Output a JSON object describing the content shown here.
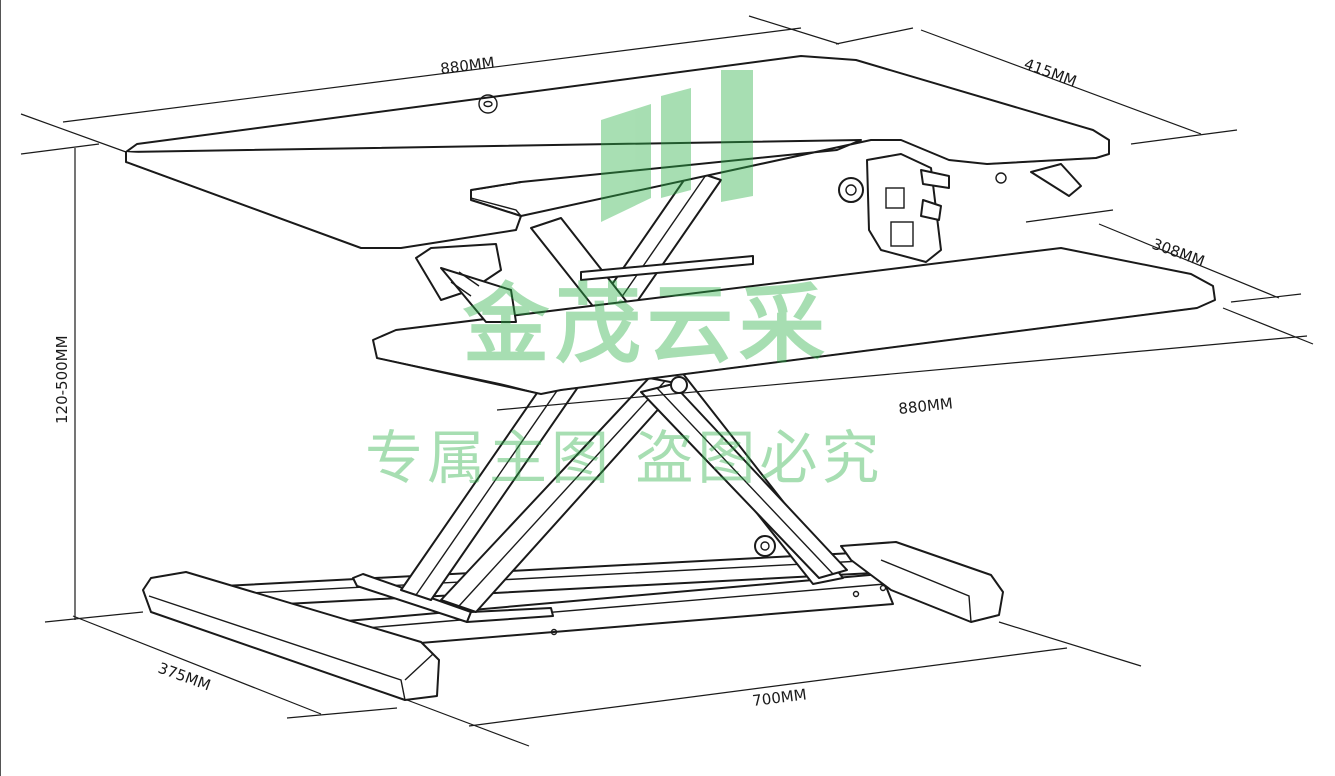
{
  "dimensions": {
    "top_width": "880MM",
    "top_depth": "415MM",
    "keyboard_depth": "308MM",
    "keyboard_width": "880MM",
    "height_range": "120-500MM",
    "base_depth": "375MM",
    "base_width": "700MM"
  },
  "watermark": {
    "brand": "金茂云采",
    "notice": "专属主图 盗图必究",
    "color": "#2fb24a"
  },
  "colors": {
    "line": "#1a1a1a",
    "background": "#ffffff"
  }
}
